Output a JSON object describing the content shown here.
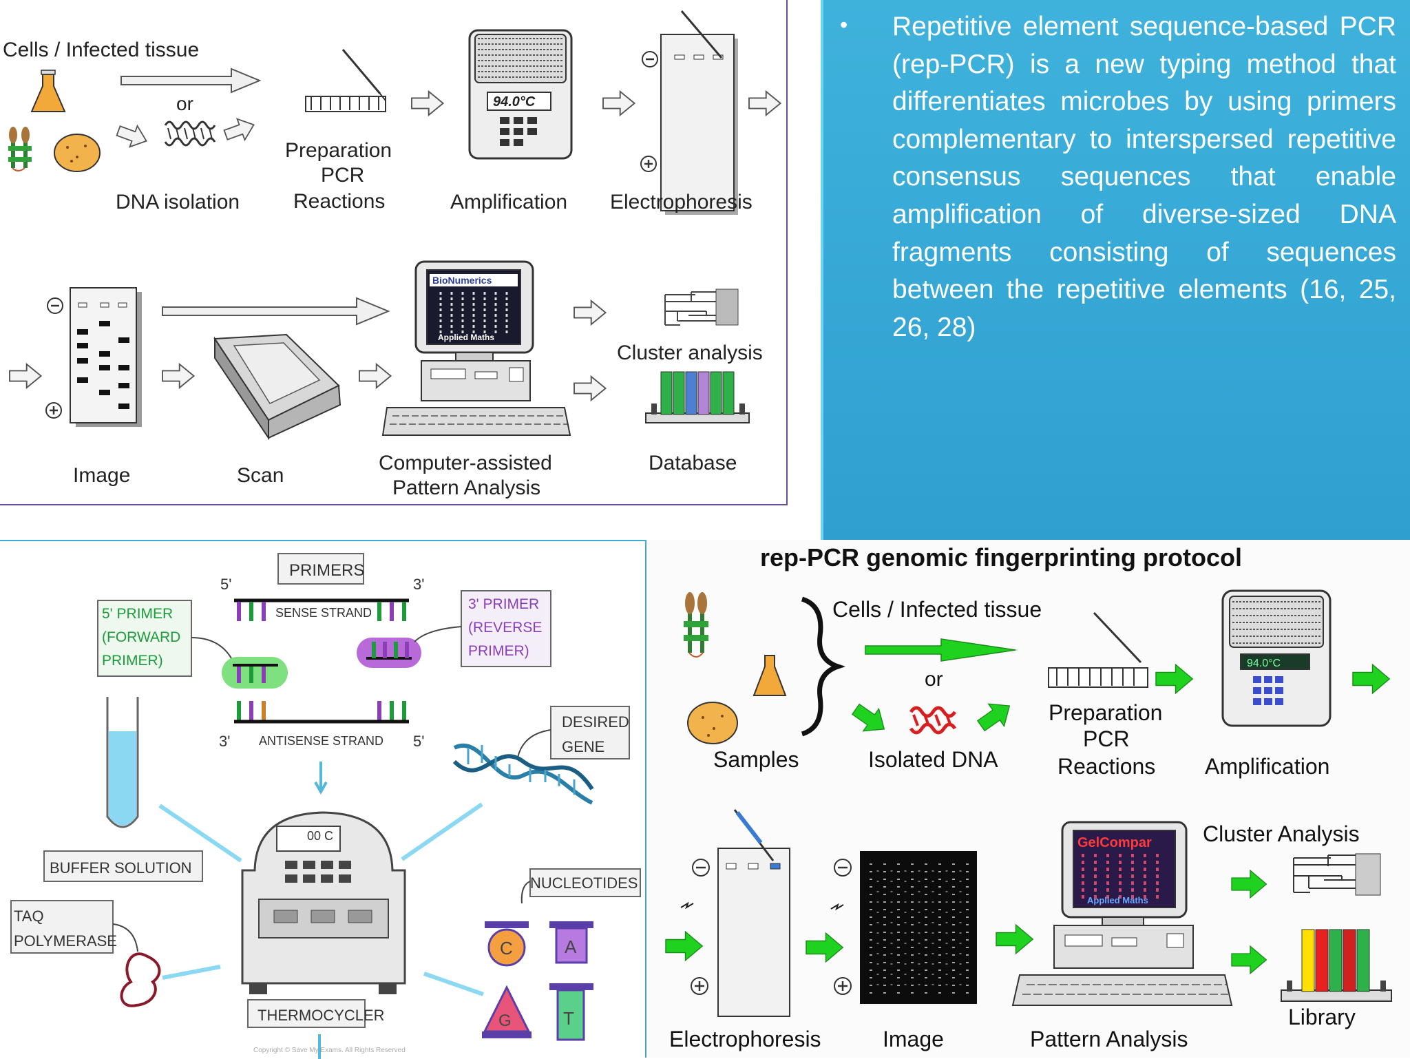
{
  "top_diagram": {
    "cells_label": "Cells / Infected tissue",
    "or_label": "or",
    "dna_isolation": "DNA isolation",
    "preparation_label": "Preparation",
    "pcr_label": "PCR",
    "reactions_label": "Reactions",
    "amplification": "Amplification",
    "electrophoresis": "Electrophoresis",
    "thermo_display": "94.0°C",
    "image": "Image",
    "scan": "Scan",
    "pattern_line1": "Computer-assisted",
    "pattern_line2": "Pattern Analysis",
    "cluster_analysis": "Cluster analysis",
    "database": "Database",
    "screen_title": "BioNumerics",
    "screen_sub": "Applied Maths"
  },
  "text_panel": {
    "bullet": "•",
    "body": "Repetitive element sequence-based PCR (rep-PCR) is a new typing method that differentiates microbes by using primers complementary to interspersed repetitive consensus sequences that enable amplification of diverse-sized DNA fragments consisting of sequences between the repetitive elements (16, 25, 26, 28)"
  },
  "bottom_left": {
    "primers": "PRIMERS",
    "five_prime": "5'",
    "three_prime": "3'",
    "sense_strand": "SENSE STRAND",
    "antisense_strand": "ANTISENSE STRAND",
    "fwd_primer_line1": "5' PRIMER",
    "fwd_primer_line2": "(FORWARD",
    "fwd_primer_line3": "PRIMER)",
    "rev_primer_line1": "3' PRIMER",
    "rev_primer_line2": "(REVERSE",
    "rev_primer_line3": "PRIMER)",
    "desired_line1": "DESIRED",
    "desired_line2": "GENE",
    "buffer_solution": "BUFFER SOLUTION",
    "taq_line1": "TAQ",
    "taq_line2": "POLYMERASE",
    "thermo_display": "00 C",
    "thermocycler": "THERMOCYCLER",
    "nucleotides": "NUCLEOTIDES",
    "nuc_c": "C",
    "nuc_a": "A",
    "nuc_g": "G",
    "nuc_t": "T",
    "copyright": "Copyright © Save My Exams. All Rights Reserved"
  },
  "bottom_right": {
    "title": "rep-PCR genomic fingerprinting protocol",
    "cells_label": "Cells / Infected tissue",
    "or_label": "or",
    "samples": "Samples",
    "isolated_dna": "Isolated DNA",
    "preparation_label": "Preparation",
    "pcr_label": "PCR",
    "reactions_label": "Reactions",
    "amplification": "Amplification",
    "thermo_display": "94.0°C",
    "cluster_analysis": "Cluster Analysis",
    "electrophoresis": "Electrophoresis",
    "image": "Image",
    "pattern_analysis": "Pattern Analysis",
    "library": "Library",
    "screen_title": "GelCompar",
    "screen_sub": "Applied Maths"
  },
  "colors": {
    "text_panel_bg": "#35a8d8",
    "green_arrow": "#1fd21f",
    "sense_purple": "#8a3fb8",
    "fwd_green": "#1c9a3c",
    "rev_purple_bg": "#b86ad8",
    "dna_red": "#d81e1e"
  }
}
